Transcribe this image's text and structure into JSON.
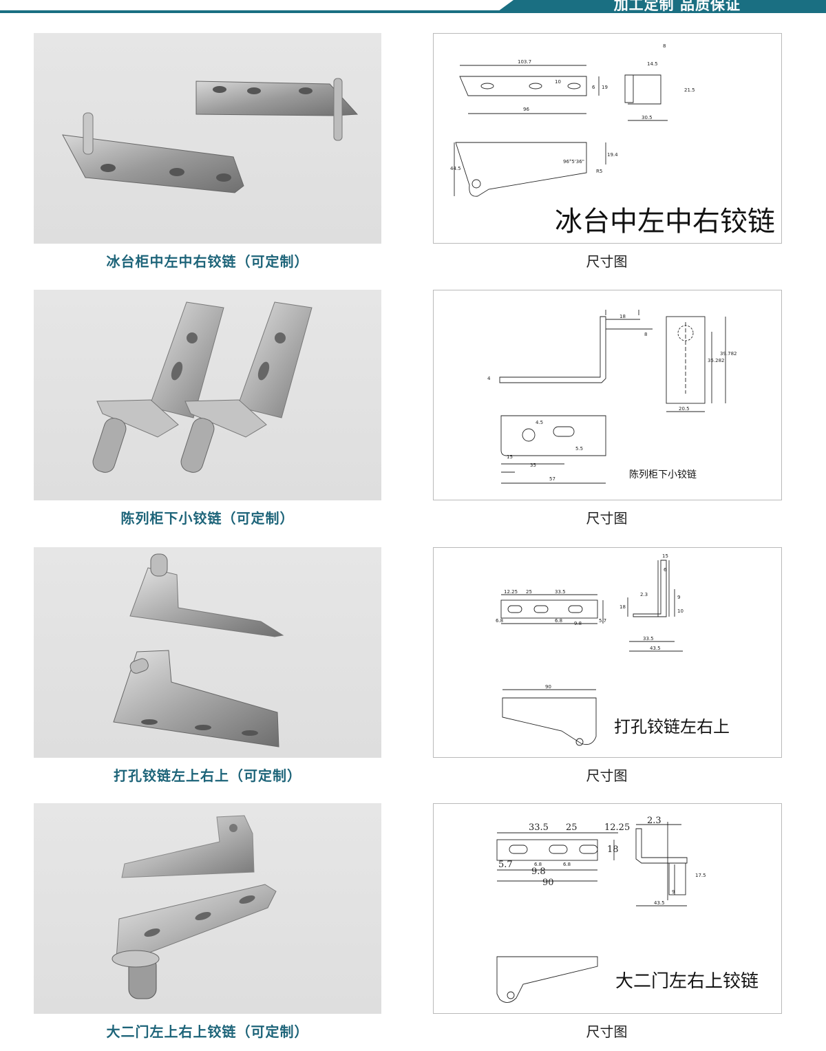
{
  "header": {
    "slogan": "加工定制 品质保证"
  },
  "items": [
    {
      "caption": "冰台柜中左中右铰链（可定制）",
      "drawing_caption": "尺寸图",
      "drawing_label": "冰台中左中右铰链",
      "dims": [
        "103.7",
        "96",
        "10",
        "6",
        "19",
        "8",
        "14.5",
        "21.5",
        "30.5",
        "44.5",
        "19.4",
        "96°5'36\"",
        "R5"
      ]
    },
    {
      "caption": "陈列柜下小铰链（可定制）",
      "drawing_caption": "尺寸图",
      "drawing_label": "陈列柜下小铰链",
      "dims": [
        "18",
        "8",
        "4",
        "35.282",
        "39.782",
        "20.5",
        "4.5",
        "15",
        "35",
        "5.5",
        "57"
      ]
    },
    {
      "caption": "打孔铰链左上右上（可定制）",
      "drawing_caption": "尺寸图",
      "drawing_label": "打孔铰链左右上",
      "dims": [
        "12.25",
        "25",
        "33.5",
        "6.8",
        "6.8",
        "9.8",
        "5.7",
        "15",
        "6",
        "2.3",
        "18",
        "9",
        "10",
        "33.5",
        "43.5",
        "90"
      ]
    },
    {
      "caption": "大二门左上右上铰链（可定制）",
      "drawing_caption": "尺寸图",
      "drawing_label": "大二门左右上铰链",
      "dims": [
        "33.5",
        "25",
        "12.25",
        "2.3",
        "18",
        "5.7",
        "6.8",
        "6.8",
        "9.8",
        "90",
        "17.5",
        "9",
        "43.5"
      ]
    }
  ]
}
